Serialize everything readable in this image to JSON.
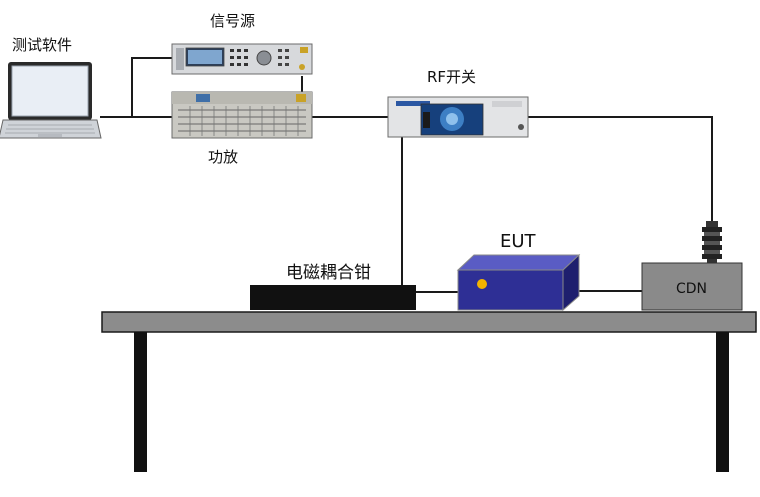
{
  "labels": {
    "software": "测试软件",
    "signal_source": "信号源",
    "amplifier": "功放",
    "rf_switch": "RF开关",
    "em_clamp": "电磁耦合钳",
    "eut": "EUT",
    "cdn": "CDN"
  },
  "colors": {
    "line": "#1a1a1a",
    "table_top": "#8c8c8c",
    "eut_front": "#2e2f95",
    "eut_top": "#5a5cc4",
    "eut_side": "#1e1f6e",
    "eut_led": "#f4b400",
    "cdn_box": "#8a8a8a",
    "clamp": "#111111"
  }
}
